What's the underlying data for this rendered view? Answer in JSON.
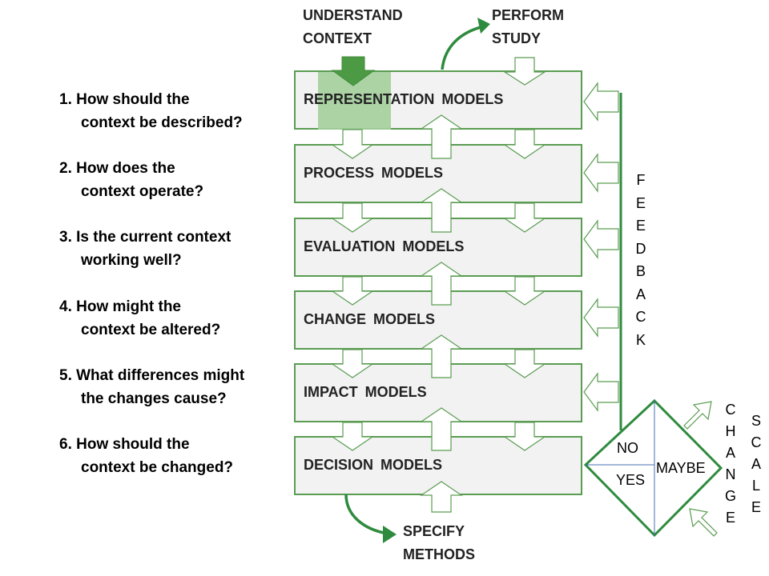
{
  "questions": [
    {
      "line1": "1. How should the",
      "line2": "context be described?"
    },
    {
      "line1": "2.  How does the",
      "line2": "context operate?"
    },
    {
      "line1": "3.  Is the current context",
      "line2": "working well?"
    },
    {
      "line1": "4.  How might the",
      "line2": "context be altered?"
    },
    {
      "line1": "5.  What differences might",
      "line2": "the changes cause?"
    },
    {
      "line1": "6.  How should the",
      "line2": "context be changed?"
    }
  ],
  "models": [
    "REPRESENTATION  MODELS",
    "PROCESS  MODELS",
    "EVALUATION  MODELS",
    "CHANGE  MODELS",
    "IMPACT  MODELS",
    "DECISION  MODELS"
  ],
  "understand_context": {
    "line1": "UNDERSTAND",
    "line2": "CONTEXT"
  },
  "perform_study": {
    "line1": "PERFORM",
    "line2": "STUDY"
  },
  "specify_methods": {
    "line1": "SPECIFY",
    "line2": "METHODS"
  },
  "feedback_letters": [
    "F",
    "E",
    "E",
    "D",
    "B",
    "A",
    "C",
    "K"
  ],
  "change_letters": [
    "C",
    "H",
    "A",
    "N",
    "G",
    "E"
  ],
  "scale_letters": [
    "S",
    "C",
    "A",
    "L",
    "E"
  ],
  "decision": {
    "no": "NO",
    "yes": "YES",
    "maybe": "MAYBE"
  },
  "colors": {
    "green": "#2e8b3e",
    "box_border": "#5a9c52",
    "box_fill": "#f2f2f2",
    "highlight": "#a3cf9b",
    "arrow_fill": "#4c9a44"
  }
}
